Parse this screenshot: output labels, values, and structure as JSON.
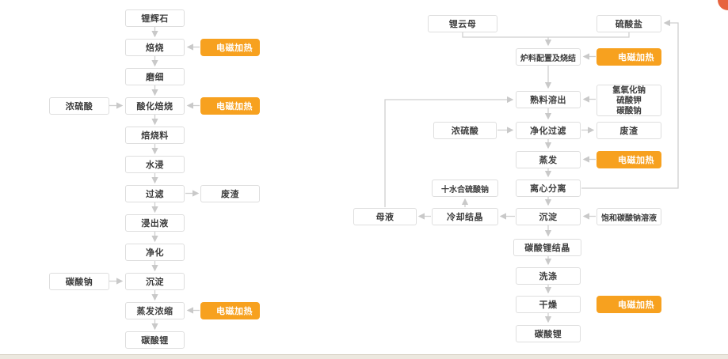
{
  "page": {
    "background": "#ffffff",
    "accent_color": "#F7A11F",
    "arrow_color": "#c9c9c9",
    "box_border_color": "#dedede",
    "corner_dot_color": "#E7633E",
    "bottom_bar_color": "#ece8df"
  },
  "labels": {
    "heating": "电磁加热"
  },
  "left_flow": {
    "nodes": [
      "锂辉石",
      "焙烧",
      "磨细",
      "酸化焙烧",
      "焙烧料",
      "水浸",
      "过滤",
      "浸出液",
      "净化",
      "沉淀",
      "蒸发浓缩",
      "碳酸锂"
    ],
    "side_inputs": {
      "acid": "浓硫酸",
      "soda": "碳酸钠"
    },
    "waste": "废渣"
  },
  "right_flow": {
    "sources": {
      "lepidolite": "锂云母",
      "sulfate": "硫酸盐"
    },
    "nodes": [
      "炉料配置及烧结",
      "熟料溶出",
      "净化过滤",
      "蒸发",
      "离心分离",
      "沉淀",
      "碳酸锂结晶",
      "洗涤",
      "干燥",
      "碳酸锂"
    ],
    "chem_inputs": [
      "氢氧化钠",
      "硫酸钾",
      "碳酸钠"
    ],
    "acid": "浓硫酸",
    "waste": "废渣",
    "saturated_soda": "饱和碳酸钠溶液",
    "decahydrate": "十水合硫酸钠",
    "cooling": "冷却结晶",
    "mother_liquor": "母液"
  }
}
